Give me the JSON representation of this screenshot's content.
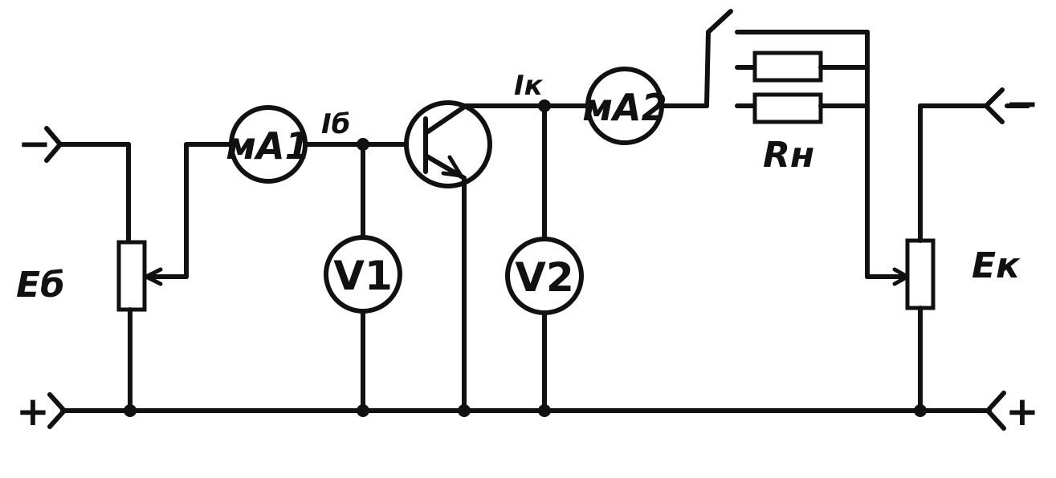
{
  "diagram": {
    "labels": {
      "eb": "Eб",
      "ek": "Eк",
      "ib": "Iб",
      "ik": "Iк",
      "rn": "Rн",
      "ma1": "мА1",
      "ma2": "мА2",
      "v1": "V1",
      "v2": "V2",
      "minus_left": "−",
      "plus_left": "+",
      "minus_right": "−",
      "plus_right": "+"
    }
  }
}
